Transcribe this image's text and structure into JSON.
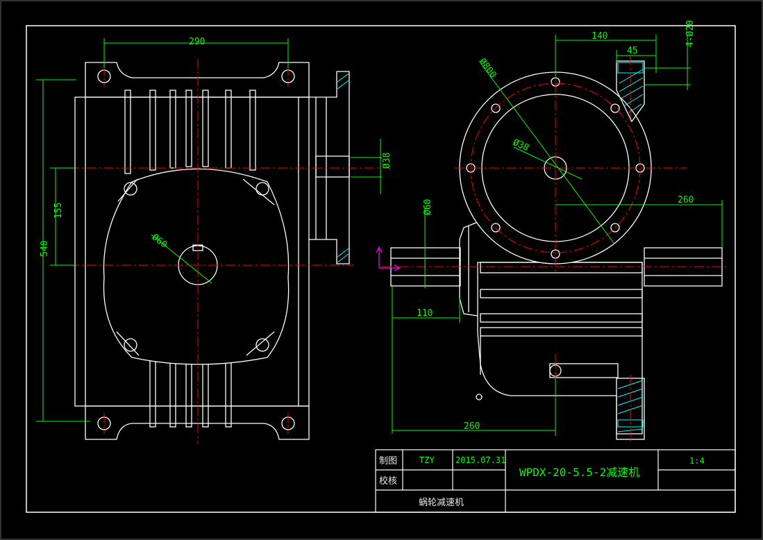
{
  "dimensions": {
    "d290": "290",
    "d540": "540",
    "d155": "155",
    "d60a": "Ø60",
    "d38a": "Ø38",
    "d800": "Ø800",
    "d38b": "Ø38",
    "d140": "140",
    "d45": "45",
    "d4020": "4-Ø20",
    "d260a": "260",
    "d60b": "Ø60",
    "d110": "110",
    "d260b": "260"
  },
  "title_block": {
    "drawn_label": "制图",
    "drawn_by": "TZY",
    "date": "2015.07.31",
    "checked_label": "校核",
    "model": "WPDX-20-5.5-2减速机",
    "scale": "1:4",
    "part_name": "蜗轮减速机"
  },
  "colors": {
    "background": "#000000",
    "outline": "#ffffff",
    "dimension": "#00ff00",
    "centerline": "#ff0000",
    "hatch": "#00ffff",
    "ucs": "#ff00ff"
  }
}
